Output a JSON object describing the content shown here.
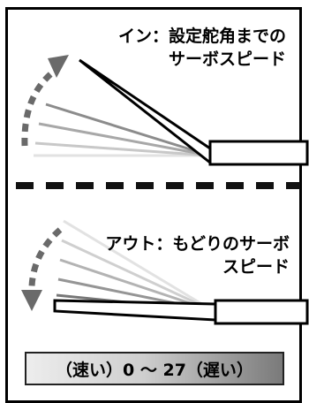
{
  "in_section": {
    "line1": "イン：設定舵角までの",
    "line2": "サーボスピード"
  },
  "out_section": {
    "line1": "アウト：もどりのサーボ",
    "line2": "スピード"
  },
  "range_bar": {
    "text": "（速い）0 ～ 27（遅い）"
  },
  "colors": {
    "border": "#000000",
    "arrow": "#666666",
    "dash": "#111111"
  }
}
